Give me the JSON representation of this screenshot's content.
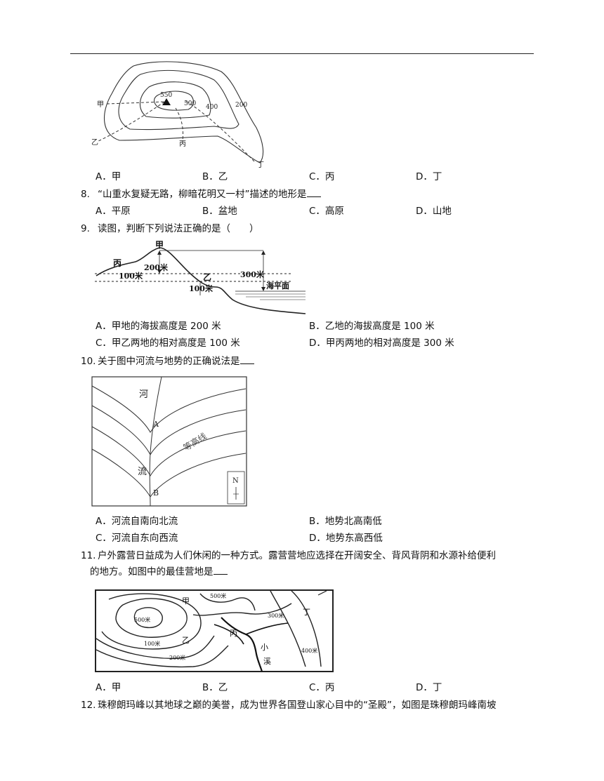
{
  "fig7": {
    "elev_550": "550",
    "elev_500": "500",
    "elev_400": "400",
    "elev_200": "200",
    "label_jia": "甲",
    "label_yi": "乙",
    "label_bing": "丙",
    "label_ding": "丁"
  },
  "q7": {
    "options": [
      "A．甲",
      "B．乙",
      "C．丙",
      "D．丁"
    ]
  },
  "q8": {
    "num": "8.",
    "text": "“山重水复疑无路，柳暗花明又一村”描述的地形是",
    "options": [
      "A．平原",
      "B．盆地",
      "C．高原",
      "D．山地"
    ]
  },
  "q9": {
    "num": "9.",
    "text": "读图，判断下列说法正确的是（　　）",
    "options": [
      "A．甲地的海拔高度是 200 米",
      "B．乙地的海拔高度是 100 米",
      "C．甲乙两地的相对高度是 100 米",
      "D．甲丙两地的相对高度是 300 米"
    ]
  },
  "fig9": {
    "label_jia": "甲",
    "label_bing": "丙",
    "label_yi": "乙",
    "h200": "200米",
    "h100a": "100米",
    "h100b": "100米",
    "h300": "300米",
    "sea": "海平面"
  },
  "q10": {
    "num": "10.",
    "text": "关于图中河流与地势的正确说法是",
    "options": [
      "A．河流自南向北流",
      "B．地势北高南低",
      "C．河流自东向西流",
      "D．地势东高西低"
    ]
  },
  "fig10": {
    "he": "河",
    "liu": "流",
    "point_a": "A",
    "point_b": "B",
    "contour": "等高线",
    "north": "N"
  },
  "q11": {
    "num": "11.",
    "line1": "户外露营日益成为人们休闲的一种方式。露营营地应选择在开阔安全、背风背阴和水源补给便利",
    "line2": "的地方。如图中的最佳营地是",
    "options": [
      "A．甲",
      "B．乙",
      "C．丙",
      "D．丁"
    ]
  },
  "fig11": {
    "jia": "甲",
    "yi": "乙",
    "bing": "丙",
    "ding": "丁",
    "xiao": "小",
    "xi": "溪",
    "c1": "500米",
    "c2": "500米",
    "c3": "300米",
    "c4": "400米",
    "c5": "100米",
    "c6": "200米"
  },
  "q12": {
    "num": "12.",
    "text": "珠穆朗玛峰以其地球之巅的美誉，成为世界各国登山家心目中的“圣殿”，如图是珠穆朗玛峰南坡"
  }
}
